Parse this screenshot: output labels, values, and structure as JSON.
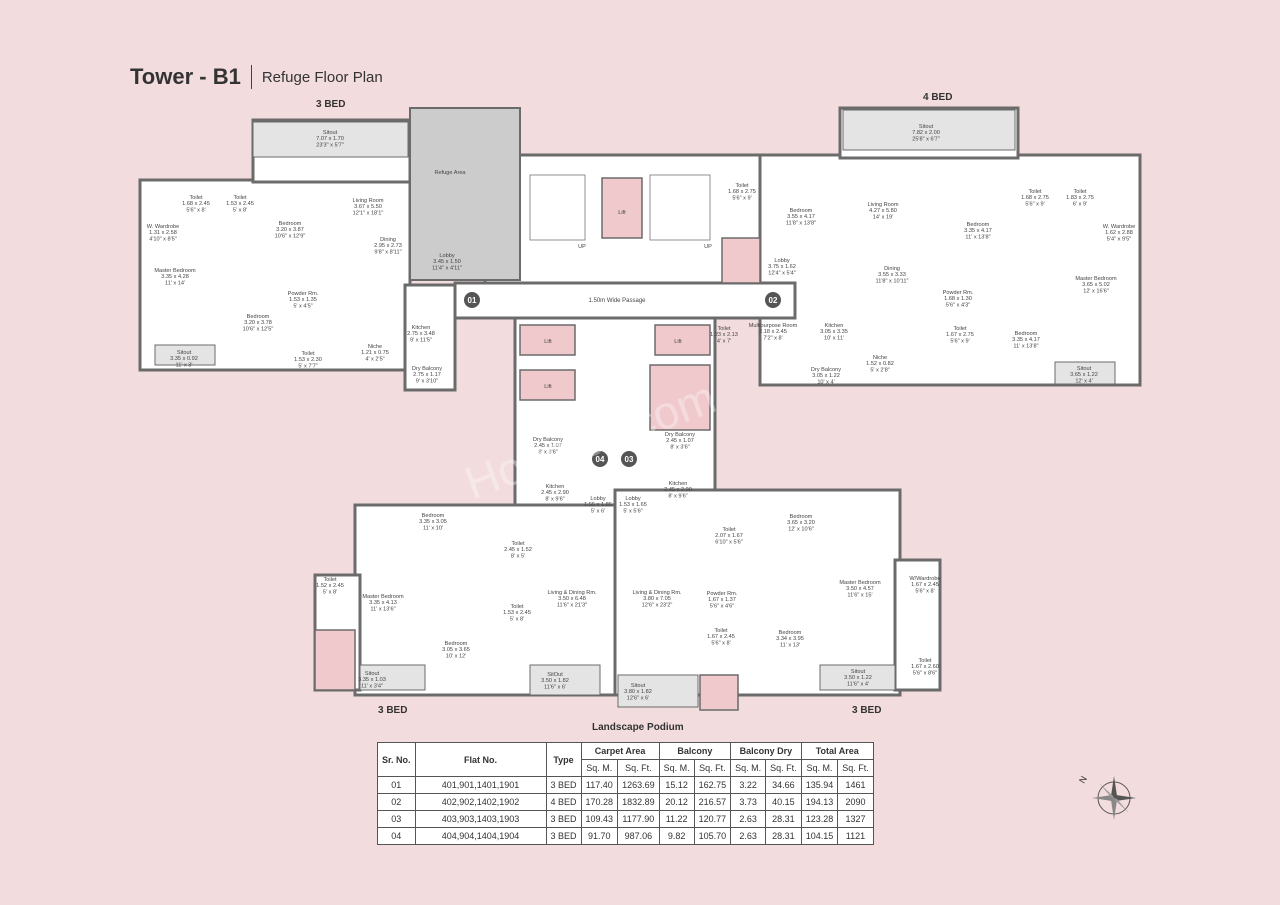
{
  "header": {
    "title": "Tower - B1",
    "subtitle": "Refuge Floor Plan"
  },
  "labels": {
    "top_left": "3 BED",
    "top_right": "4 BED",
    "bottom_left": "3 BED",
    "bottom_right": "3 BED",
    "podium": "Landscape Podium",
    "passage": "1.50m Wide Passage",
    "refuge": "Refuge Area",
    "lift": "Lift",
    "up": "UP",
    "watermark": "Housiey.com"
  },
  "flat_markers": [
    "01",
    "02",
    "04",
    "03"
  ],
  "rooms": {
    "f1": [
      {
        "name": "Sitout",
        "dim": "7.07 x 1.70",
        "ft": "23'3\" x 5'7\""
      },
      {
        "name": "Toilet",
        "dim": "1.68 x 2.45",
        "ft": "5'6\" x 8'"
      },
      {
        "name": "Toilet",
        "dim": "1.53 x 2.45",
        "ft": "5' x 8'"
      },
      {
        "name": "Bedroom",
        "dim": "3.20 x 3.87",
        "ft": "10'6\" x 12'9\""
      },
      {
        "name": "Living Room",
        "dim": "3.67 x 5.50",
        "ft": "12'1\" x 18'1\""
      },
      {
        "name": "W. Wardrobe",
        "dim": "1.31 x 2.58",
        "ft": "4'10\" x 8'5\""
      },
      {
        "name": "Master Bedroom",
        "dim": "3.35 x 4.28",
        "ft": "11' x 14'"
      },
      {
        "name": "Dining",
        "dim": "2.95 x 2.73",
        "ft": "9'8\" x 8'11\""
      },
      {
        "name": "Lobby",
        "dim": "3.45 x 1.50",
        "ft": "11'4\" x 4'11\""
      },
      {
        "name": "Powder Rm.",
        "dim": "1.53 x 1.35",
        "ft": "5' x 4'5\""
      },
      {
        "name": "Bedroom",
        "dim": "3.20 x 3.78",
        "ft": "10'6\" x 12'5\""
      },
      {
        "name": "Kitchen",
        "dim": "2.75 x 3.48",
        "ft": "9' x 11'5\""
      },
      {
        "name": "Toilet",
        "dim": "1.53 x 2.30",
        "ft": "5' x 7'7\""
      },
      {
        "name": "Niche",
        "dim": "1.21 x 0.75",
        "ft": "4' x 2'5\""
      },
      {
        "name": "Sitout",
        "dim": "3.35 x 0.92",
        "ft": "11' x 3'"
      },
      {
        "name": "Dry Balcony",
        "dim": "2.75 x 1.17",
        "ft": "9' x 3'10\""
      }
    ],
    "f2": [
      {
        "name": "Sitout",
        "dim": "7.82 x 2.00",
        "ft": "25'8\" x 6'7\""
      },
      {
        "name": "Toilet",
        "dim": "1.68 x 2.75",
        "ft": "5'6\" x 9'"
      },
      {
        "name": "Bedroom",
        "dim": "3.55 x 4.17",
        "ft": "11'8\" x 13'8\""
      },
      {
        "name": "Living Room",
        "dim": "4.27 x 5.80",
        "ft": "14' x 19'"
      },
      {
        "name": "Bedroom",
        "dim": "3.35 x 4.17",
        "ft": "11' x 13'8\""
      },
      {
        "name": "Toilet",
        "dim": "1.68 x 2.75",
        "ft": "5'6\" x 9'"
      },
      {
        "name": "Toilet",
        "dim": "1.83 x 2.75",
        "ft": "6' x 9'"
      },
      {
        "name": "W. Wardrobe",
        "dim": "1.62 x 2.88",
        "ft": "5'4\" x 9'5\""
      },
      {
        "name": "Lobby",
        "dim": "3.75 x 1.62",
        "ft": "12'4\" x 5'4\""
      },
      {
        "name": "Dining",
        "dim": "3.55 x 3.33",
        "ft": "11'8\" x 10'11\""
      },
      {
        "name": "Master Bedroom",
        "dim": "3.65 x 5.02",
        "ft": "12' x 16'6\""
      },
      {
        "name": "Powder Rm.",
        "dim": "1.68 x 1.30",
        "ft": "5'6\" x 4'3\""
      },
      {
        "name": "Toilet",
        "dim": "1.23 x 2.13",
        "ft": "4' x 7'"
      },
      {
        "name": "Kitchen",
        "dim": "3.05 x 3.35",
        "ft": "10' x 11'"
      },
      {
        "name": "Multipurpose Room",
        "dim": "2.18 x 2.45",
        "ft": "7'2\" x 8'"
      },
      {
        "name": "Toilet",
        "dim": "1.67 x 2.75",
        "ft": "5'6\" x 9'"
      },
      {
        "name": "Bedroom",
        "dim": "3.35 x 4.17",
        "ft": "11' x 13'8\""
      },
      {
        "name": "Dry Balcony",
        "dim": "3.05 x 1.22",
        "ft": "10' x 4'"
      },
      {
        "name": "Niche",
        "dim": "1.52 x 0.82",
        "ft": "5' x 2'8\""
      },
      {
        "name": "Sitout",
        "dim": "3.65 x 1.22",
        "ft": "12' x 4'"
      }
    ],
    "f4": [
      {
        "name": "Dry Balcony",
        "dim": "2.45 x 1.07",
        "ft": "8' x 3'6\""
      },
      {
        "name": "Kitchen",
        "dim": "2.45 x 2.90",
        "ft": "8' x 9'6\""
      },
      {
        "name": "Lobby",
        "dim": "1.55 x 1.85",
        "ft": "5' x 6'"
      },
      {
        "name": "Bedroom",
        "dim": "3.35 x 3.05",
        "ft": "11' x 10'"
      },
      {
        "name": "Toilet",
        "dim": "2.45 x 1.52",
        "ft": "8' x 5'"
      },
      {
        "name": "Toilet",
        "dim": "1.52 x 2.45",
        "ft": "5' x 8'"
      },
      {
        "name": "Master Bedroom",
        "dim": "3.35 x 4.13",
        "ft": "11' x 13'6\""
      },
      {
        "name": "Living & Dining Rm.",
        "dim": "3.50 x 6.48",
        "ft": "11'6\" x 21'3\""
      },
      {
        "name": "Toilet",
        "dim": "1.53 x 2.45",
        "ft": "5' x 8'"
      },
      {
        "name": "Bedroom",
        "dim": "3.05 x 3.65",
        "ft": "10' x 12'"
      },
      {
        "name": "Sitout",
        "dim": "3.35 x 1.03",
        "ft": "11' x 3'4\""
      },
      {
        "name": "SitOut",
        "dim": "3.50 x 1.82",
        "ft": "11'6\" x 6'"
      }
    ],
    "f3": [
      {
        "name": "Dry Balcony",
        "dim": "2.45 x 1.07",
        "ft": "8' x 3'6\""
      },
      {
        "name": "Kitchen",
        "dim": "2.45 x 2.90",
        "ft": "8' x 9'6\""
      },
      {
        "name": "Lobby",
        "dim": "1.53 x 1.65",
        "ft": "5' x 5'6\""
      },
      {
        "name": "Bedroom",
        "dim": "3.65 x 3.20",
        "ft": "12' x 10'6\""
      },
      {
        "name": "Toilet",
        "dim": "2.07 x 1.67",
        "ft": "6'10\" x 5'6\""
      },
      {
        "name": "Living & Dining Rm.",
        "dim": "3.80 x 7.05",
        "ft": "12'6\" x 23'2\""
      },
      {
        "name": "Powder Rm.",
        "dim": "1.67 x 1.37",
        "ft": "5'6\" x 4'6\""
      },
      {
        "name": "Master Bedroom",
        "dim": "3.50 x 4.57",
        "ft": "11'6\" x 15'"
      },
      {
        "name": "W/Wardrobe",
        "dim": "1.67 x 2.45",
        "ft": "5'6\" x 8'"
      },
      {
        "name": "Toilet",
        "dim": "1.67 x 2.45",
        "ft": "5'6\" x 8'"
      },
      {
        "name": "Bedroom",
        "dim": "3.34 x 3.95",
        "ft": "11' x 13'"
      },
      {
        "name": "Toilet",
        "dim": "1.67 x 2.60",
        "ft": "5'6\" x 8'6\""
      },
      {
        "name": "Sitout",
        "dim": "3.80 x 1.82",
        "ft": "12'6\" x 6'"
      },
      {
        "name": "Sitout",
        "dim": "3.50 x 1.22",
        "ft": "11'6\" x 4'"
      }
    ]
  },
  "table": {
    "headers": [
      "Sr. No.",
      "Flat No.",
      "Type",
      "Carpet Area",
      "Balcony",
      "Balcony Dry",
      "Total Area"
    ],
    "subheaders": [
      "Sq. M.",
      "Sq. Ft.",
      "Sq. M.",
      "Sq. Ft.",
      "Sq. M.",
      "Sq. Ft.",
      "Sq. M.",
      "Sq. Ft."
    ],
    "rows": [
      [
        "01",
        "401,901,1401,1901",
        "3 BED",
        "117.40",
        "1263.69",
        "15.12",
        "162.75",
        "3.22",
        "34.66",
        "135.94",
        "1461"
      ],
      [
        "02",
        "402,902,1402,1902",
        "4 BED",
        "170.28",
        "1832.89",
        "20.12",
        "216.57",
        "3.73",
        "40.15",
        "194.13",
        "2090"
      ],
      [
        "03",
        "403,903,1403,1903",
        "3 BED",
        "109.43",
        "1177.90",
        "11.22",
        "120.77",
        "2.63",
        "28.31",
        "123.28",
        "1327"
      ],
      [
        "04",
        "404,904,1404,1904",
        "3 BED",
        "91.70",
        "987.06",
        "9.82",
        "105.70",
        "2.63",
        "28.31",
        "104.15",
        "1121"
      ]
    ]
  },
  "compass": {
    "label": "N"
  }
}
